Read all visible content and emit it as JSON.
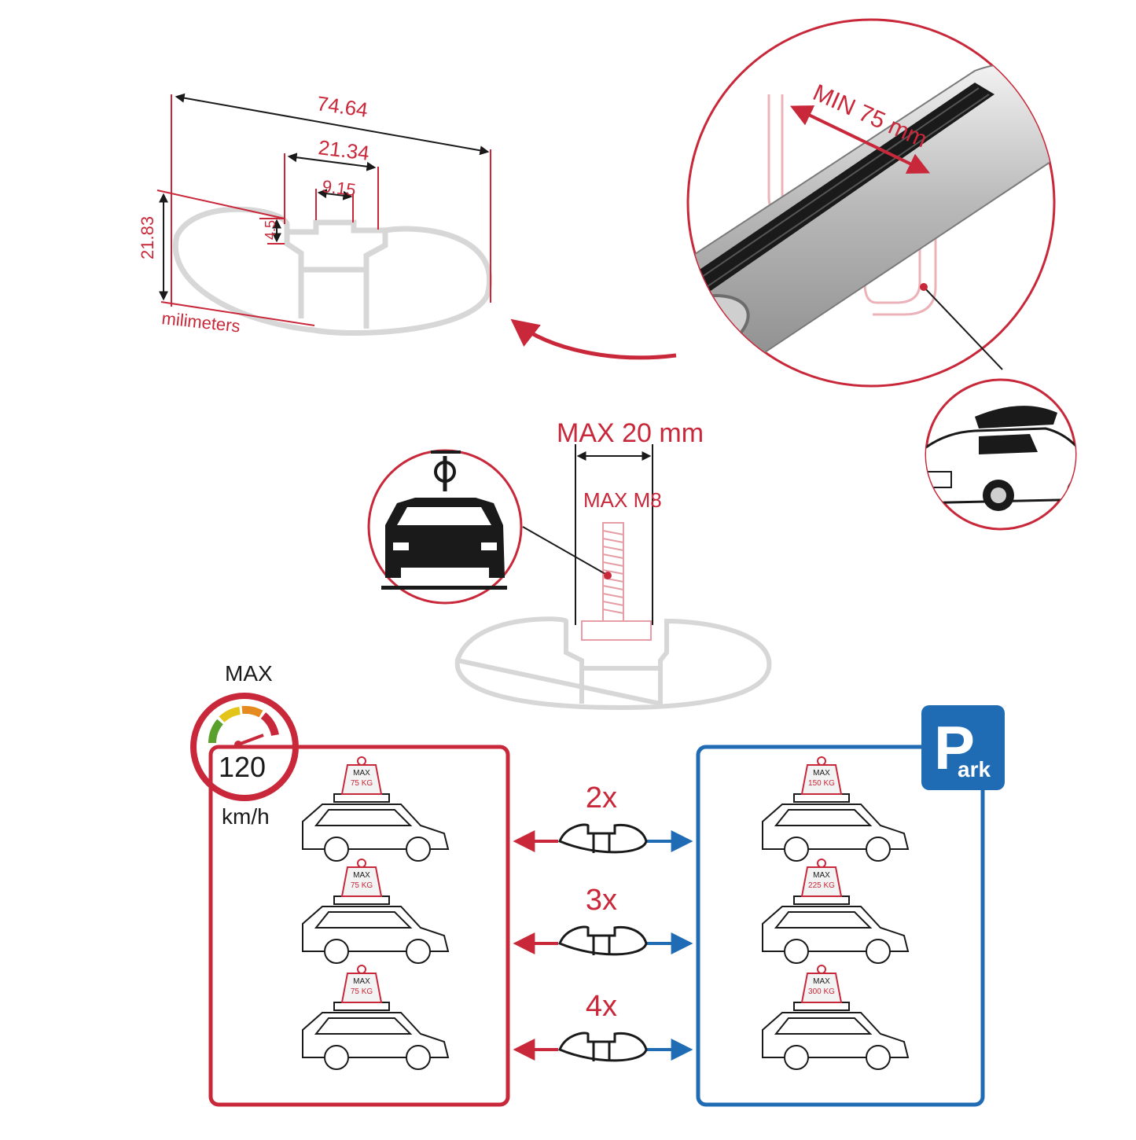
{
  "colors": {
    "accent_red": "#c8283a",
    "accent_blue": "#1f6cb4",
    "profile_grey": "#d7d7d7",
    "dark": "#1a1a1a",
    "white": "#ffffff"
  },
  "profile_dimensions": {
    "width": "74.64",
    "slot_outer": "21.34",
    "slot_inner": "9.15",
    "slot_depth": "4.5",
    "height": "21.83",
    "unit": "milimeters"
  },
  "detail": {
    "min_spacing": "MIN 75 mm",
    "max_width": "MAX 20 mm",
    "max_bolt": "MAX M8"
  },
  "speed": {
    "label_top": "MAX",
    "value": "120",
    "unit": "km/h"
  },
  "parking_sign": {
    "letter": "P",
    "suffix": "ark"
  },
  "load_rows": [
    {
      "bars": "2x",
      "driving_label": "MAX",
      "driving_kg": "75 KG",
      "parked_label": "MAX",
      "parked_kg": "150 KG"
    },
    {
      "bars": "3x",
      "driving_label": "MAX",
      "driving_kg": "75 KG",
      "parked_label": "MAX",
      "parked_kg": "225 KG"
    },
    {
      "bars": "4x",
      "driving_label": "MAX",
      "driving_kg": "75 KG",
      "parked_label": "MAX",
      "parked_kg": "300 KG"
    }
  ],
  "icons": {
    "bike_car": "car-with-bike-icon",
    "roof_box_car": "suv-with-roof-box-icon",
    "speedometer": "speedometer-icon",
    "parking": "parking-sign-icon"
  }
}
